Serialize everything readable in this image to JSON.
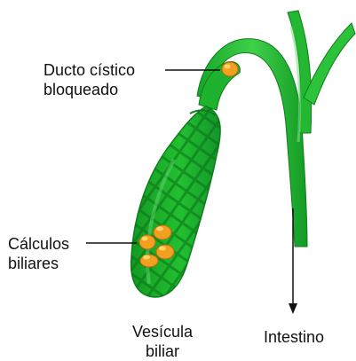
{
  "labels": {
    "cystic_duct": {
      "line1": "Ducto cístico",
      "line2": "bloqueado"
    },
    "gallstones": {
      "line1": "Cálculos",
      "line2": "biliares"
    },
    "gallbladder": {
      "line1": "Vesícula",
      "line2": "biliar"
    },
    "intestine": {
      "line1": "Intestino"
    }
  },
  "colors": {
    "organ_green": "#1db32a",
    "organ_dark": "#0f7d1c",
    "organ_light": "#5fd66a",
    "stone_orange": "#f2a020",
    "stone_light": "#ffd36a",
    "line": "#111111"
  }
}
